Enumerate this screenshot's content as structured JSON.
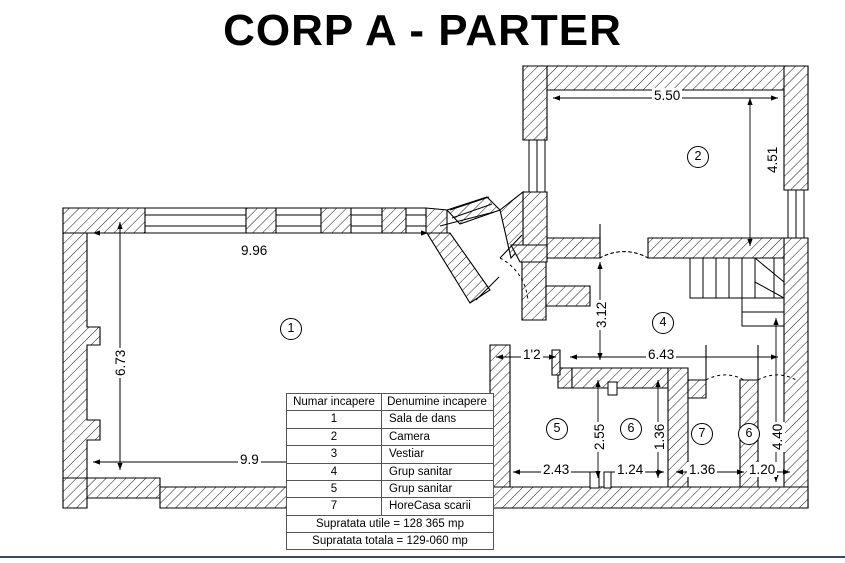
{
  "document": {
    "title": "CORP A - PARTER",
    "drawing_type": "architectural-floor-plan"
  },
  "legend": {
    "headers": [
      "Numar incapere",
      "Denumine incapere"
    ],
    "rows": [
      {
        "number": "1",
        "name": "Sala de dans"
      },
      {
        "number": "2",
        "name": "Camera"
      },
      {
        "number": "3",
        "name": "Vestiar"
      },
      {
        "number": "4",
        "name": "Grup sanitar"
      },
      {
        "number": "5",
        "name": "Grup sanitar"
      },
      {
        "number": "7",
        "name": "HoreCasa scarii"
      }
    ],
    "totals": [
      "Supratata utile = 128 365 mp",
      "Supratata totala = 129-060 mp"
    ]
  },
  "rooms": [
    {
      "id": "1",
      "label": "1"
    },
    {
      "id": "2",
      "label": "2"
    },
    {
      "id": "4",
      "label": "4"
    },
    {
      "id": "5",
      "label": "5"
    },
    {
      "id": "6a",
      "label": "6"
    },
    {
      "id": "7",
      "label": "7"
    },
    {
      "id": "6b",
      "label": "6"
    }
  ],
  "dimensions": {
    "room1_width_top": "9.96",
    "room1_height_left": "6.73",
    "room1_width_bottom": "9.9",
    "room2_width_top": "5.50",
    "room2_height_right": "4.51",
    "corridor_height": "3.12",
    "corridor_width": "6.43",
    "small_left": "1'2",
    "room5_width": "2.43",
    "room6a_width": "1.24",
    "room6a_height": "2.55",
    "room6a_height2": "1.36",
    "room7_width": "1.36",
    "room6b_width": "1.20",
    "room6b_height": "4.40"
  },
  "colors": {
    "line": "#000000",
    "hatch": "#222222",
    "paper": "#ffffff",
    "footer_rule": "#3a4a63"
  }
}
